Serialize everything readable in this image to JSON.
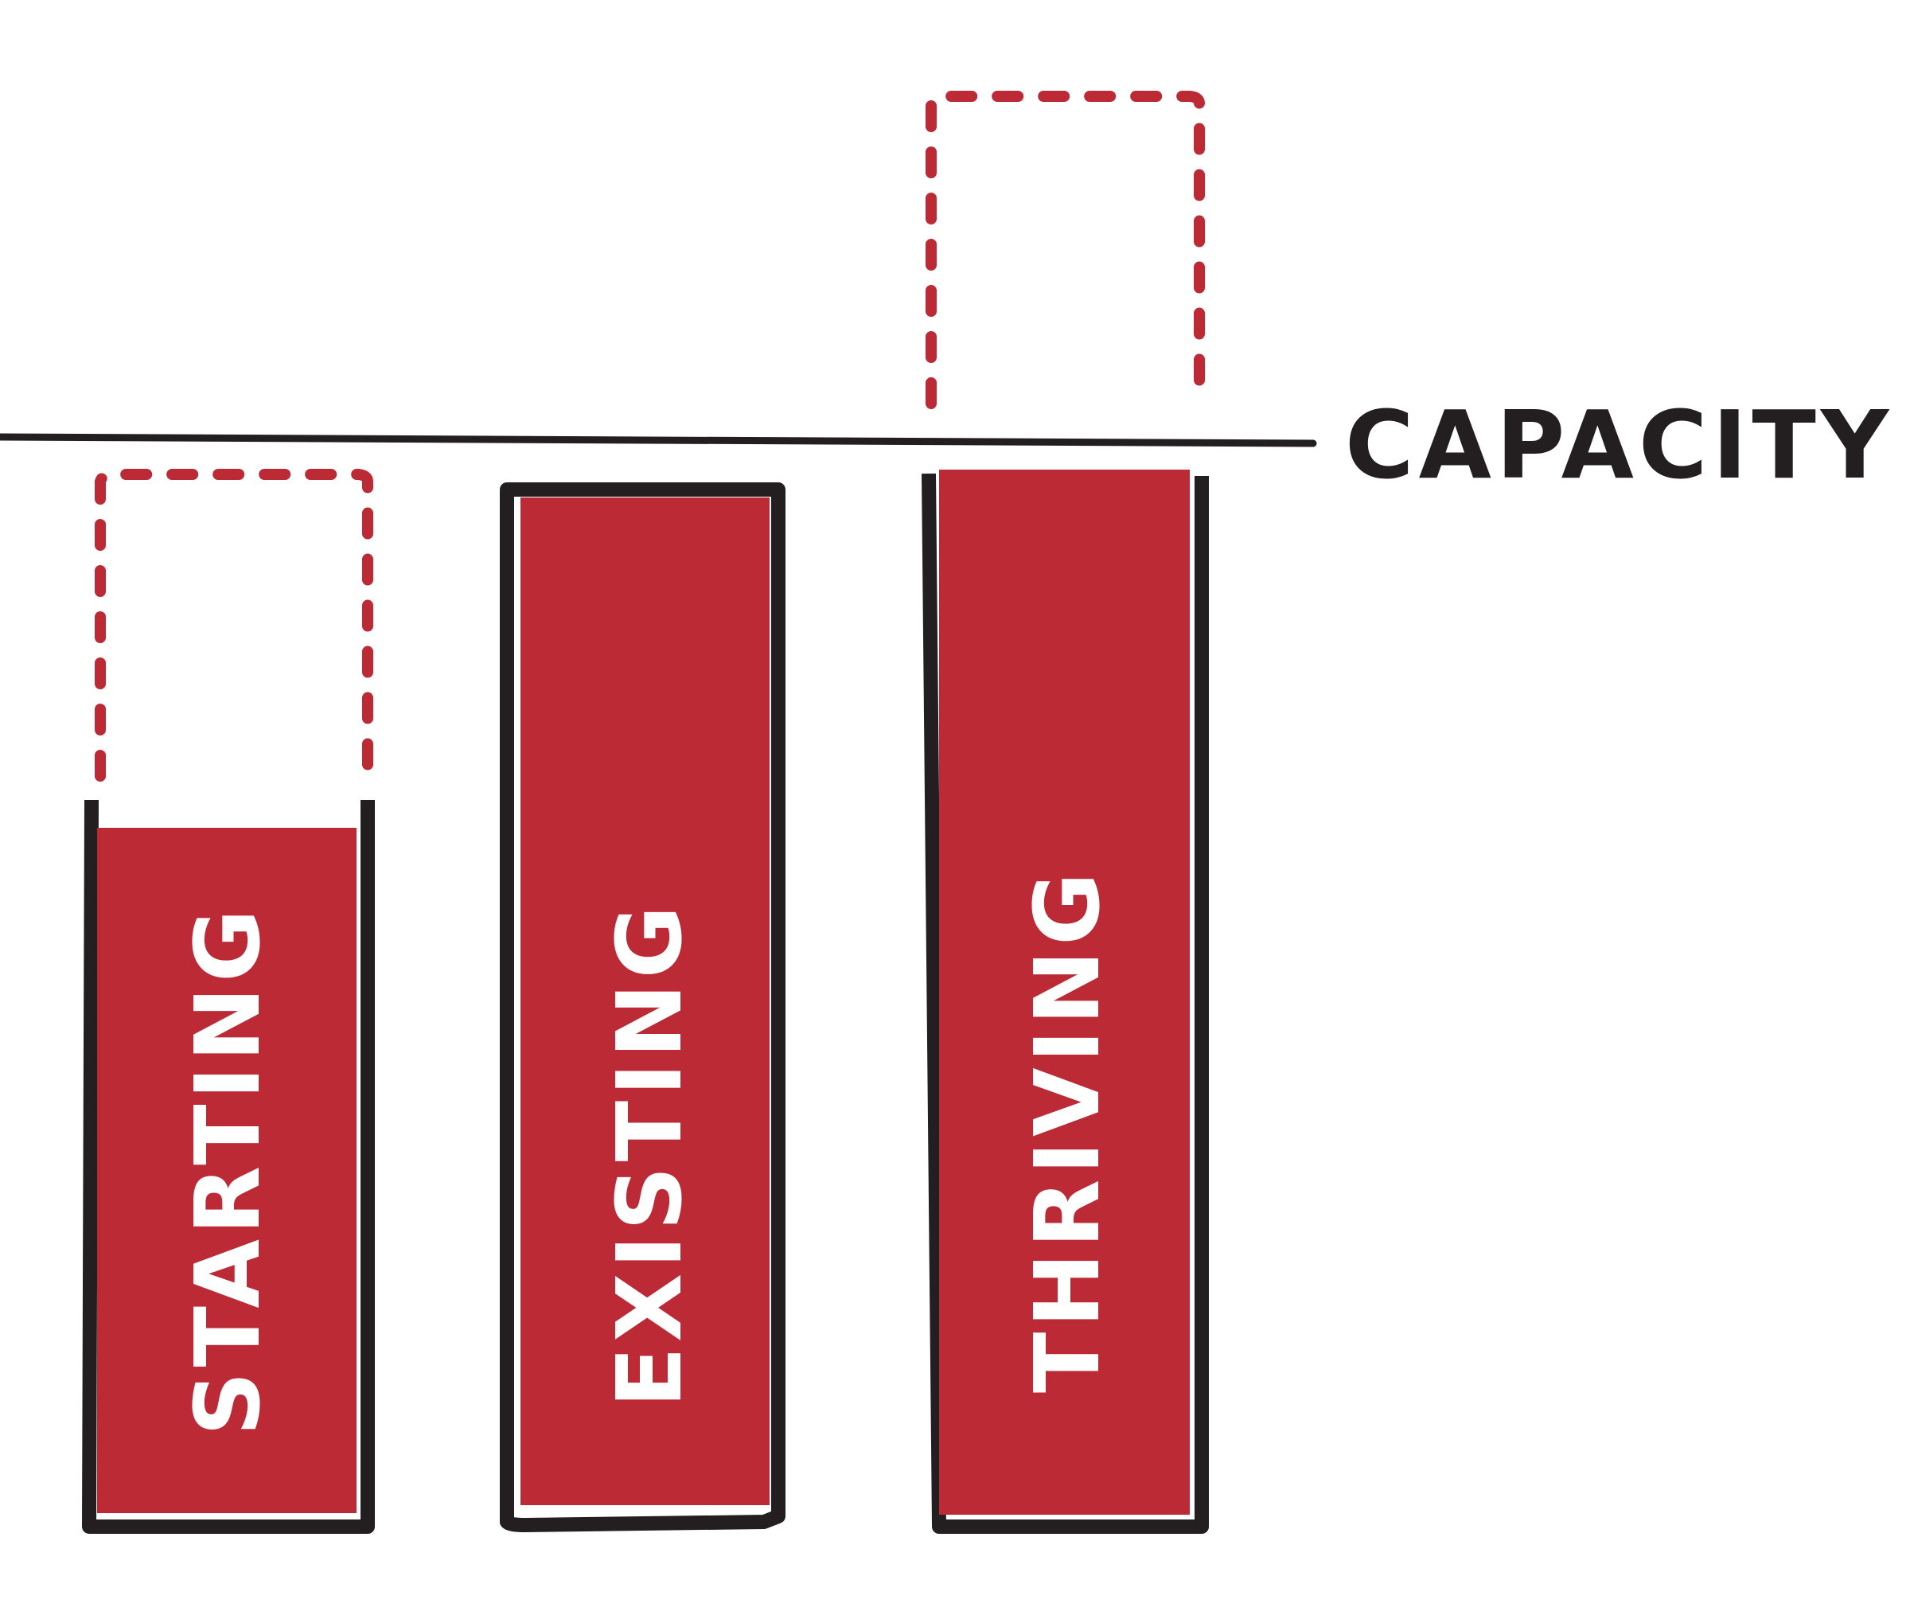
{
  "colors": {
    "bar_fill": "#bc2a36",
    "outline": "#231f20",
    "dashed_outline": "#bc2a36",
    "label_text": "#ffffff",
    "background": "#ffffff"
  },
  "capacity_line": {
    "label": "CAPACITY"
  },
  "bars": [
    {
      "label": "STARTING",
      "level": 0.67,
      "potential_outline": "dashed-extension-to-capacity"
    },
    {
      "label": "EXISTING",
      "level": 0.98,
      "potential_outline": "none"
    },
    {
      "label": "THRIVING",
      "level": 1.0,
      "potential_outline": "dashed-extension-above-capacity"
    }
  ]
}
